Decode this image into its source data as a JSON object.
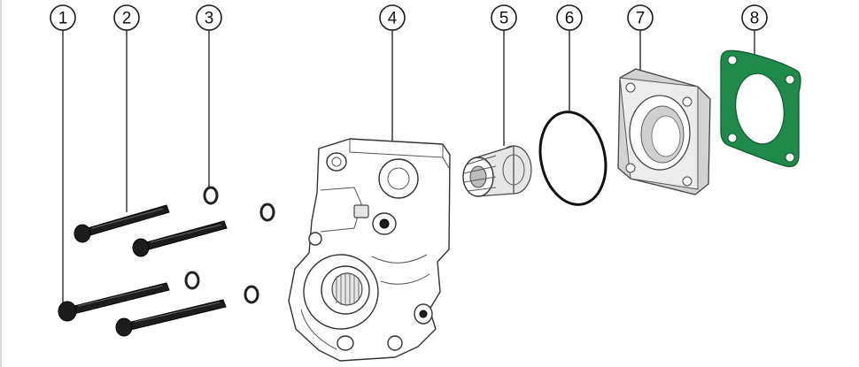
{
  "callouts": [
    {
      "id": "1",
      "label": "1"
    },
    {
      "id": "2",
      "label": "2"
    },
    {
      "id": "3",
      "label": "3"
    },
    {
      "id": "4",
      "label": "4"
    },
    {
      "id": "5",
      "label": "5"
    },
    {
      "id": "6",
      "label": "6"
    },
    {
      "id": "7",
      "label": "7"
    },
    {
      "id": "8",
      "label": "8"
    }
  ],
  "colors": {
    "gasket": "#1f8a4c",
    "bolt": "#1d1d1d",
    "line": "#1a1a1a",
    "flange": "#d2d2d2"
  }
}
